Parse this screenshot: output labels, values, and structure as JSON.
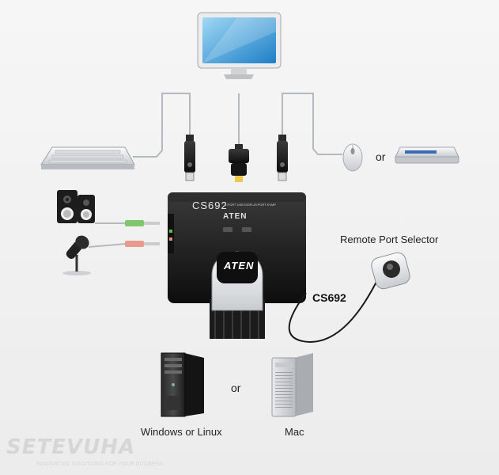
{
  "labels": {
    "or_top": "or",
    "remote_port_selector": "Remote Port Selector",
    "model": "CS692",
    "or_bottom": "or",
    "windows_or_linux": "Windows or Linux",
    "mac": "Mac"
  },
  "device": {
    "model_print": "CS692",
    "port_text": "2-PORT USB DISPLAYPORT KVMP",
    "brand_front": "ATEN",
    "brand_top": "ATEN"
  },
  "watermark": {
    "name": "SETEVUHA",
    "tagline": "INNOVATIVE SOLUTIONS FOR YOUR BUSINESS"
  },
  "colors": {
    "cable_gray": "#b5b8bc",
    "audio_green": "#7fc66c",
    "audio_pink": "#e89a8c",
    "device_black": "#1b1b1b",
    "watermark": "#d6d6d6"
  },
  "icons": [
    "monitor-icon",
    "keyboard-icon",
    "mouse-icon",
    "usb-hub-icon",
    "speakers-icon",
    "microphone-icon",
    "kvm-switch",
    "remote-port-selector-icon",
    "windows-pc-tower-icon",
    "mac-pro-tower-icon"
  ]
}
